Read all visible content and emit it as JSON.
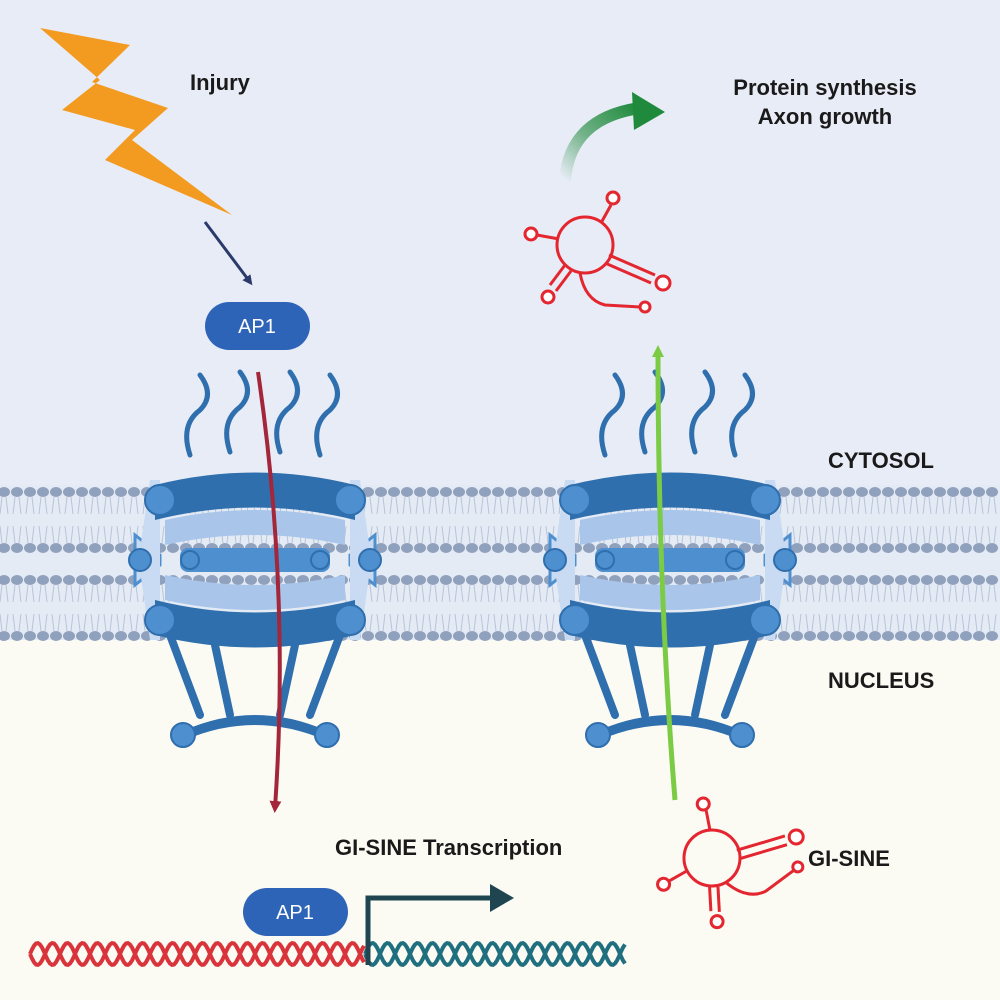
{
  "labels": {
    "injury": "Injury",
    "outcome_line1": "Protein synthesis",
    "outcome_line2": "Axon growth",
    "cytosol": "CYTOSOL",
    "nucleus": "NUCLEUS",
    "transcription": "GI-SINE Transcription",
    "gi_sine": "GI-SINE",
    "ap1_cytosol": "AP1",
    "ap1_nucleus": "AP1"
  },
  "colors": {
    "cytosol_bg": "#e8ecf6",
    "nucleus_bg": "#fbfaf3",
    "membrane": "#8fa1bd",
    "pore_dark": "#2f6fae",
    "pore_mid": "#4d8fcf",
    "pore_light": "#a9c6ea",
    "pore_pale": "#c9dbf2",
    "lightning": "#f39a21",
    "import_arrow": "#a3263a",
    "export_arrow": "#7ccb45",
    "outcome_arrow": "#1f8a3c",
    "rna": "#e3262f",
    "dna_red": "#d9343b",
    "dna_teal": "#1f6f7f",
    "promoter": "#1f4650",
    "ap1_fill": "#2e64b8",
    "injury_arrow": "#2a3a6b"
  }
}
